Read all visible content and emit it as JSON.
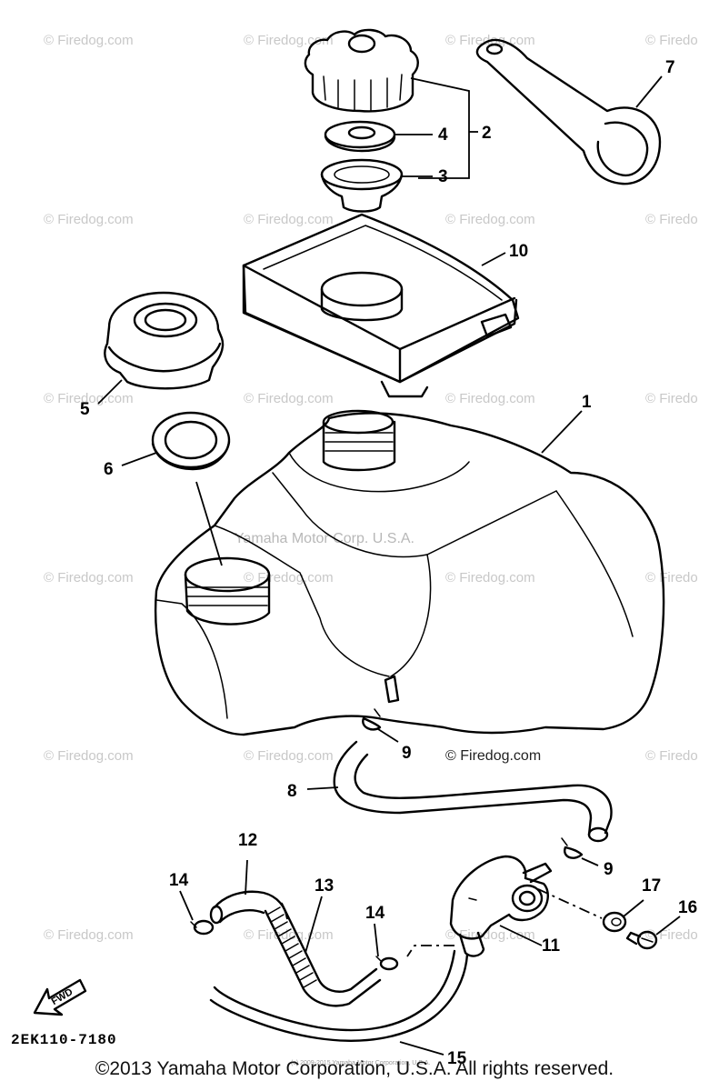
{
  "watermark_text": "© Firedog.com",
  "watermark_partial": "© Firedo",
  "center_watermark": "Yamaha Motor Corp. U.S.A.",
  "fd_watermark": "© Firedog.com",
  "diagram_code": "2EK110-7180",
  "fwd_label": "FWD",
  "small_print": "(c) 2009-2015 Yamaha Motor Corporation, U.S.A.",
  "copyright": "©2013 Yamaha Motor Corporation, U.S.A. All rights reserved.",
  "callouts": {
    "c1": "1",
    "c2": "2",
    "c3": "3",
    "c4": "4",
    "c5": "5",
    "c6": "6",
    "c7": "7",
    "c8": "8",
    "c9a": "9",
    "c9b": "9",
    "c10": "10",
    "c11": "11",
    "c12": "12",
    "c13": "13",
    "c14a": "14",
    "c14b": "14",
    "c15": "15",
    "c16": "16",
    "c17": "17"
  },
  "parts": {
    "p1": "fuel-tank",
    "p2": "fuel-cap-assembly",
    "p3": "cap-strainer",
    "p4": "cap-gasket",
    "p5": "filler-cap",
    "p6": "filler-seal",
    "p7": "cap-strap",
    "p8": "breather-hose",
    "p9": "hose-clip",
    "p10": "tank-tray",
    "p11": "fuel-cock",
    "p12": "fuel-hose-1",
    "p13": "spring",
    "p14": "hose-clip-small",
    "p15": "fuel-hose-2",
    "p16": "screw",
    "p17": "washer"
  }
}
